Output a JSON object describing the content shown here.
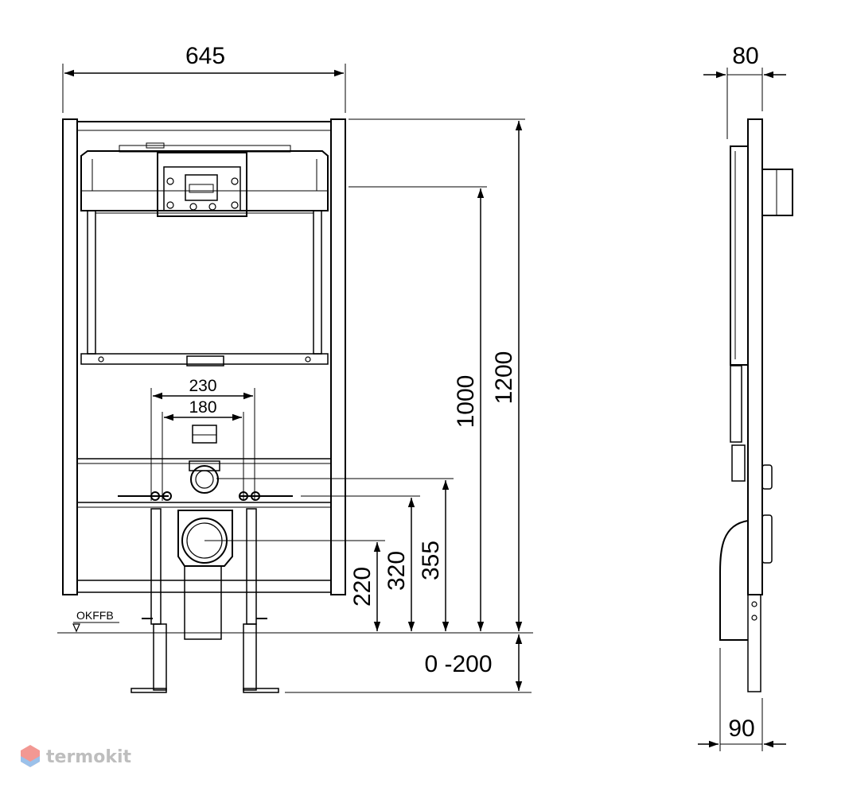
{
  "front_view": {
    "width_dim": "645",
    "height_total_dim": "1200",
    "height_frame_dim": "1000",
    "adjust_dim": "0 -200",
    "spacing_outer_dim": "230",
    "spacing_inner_dim": "180",
    "height_220_dim": "220",
    "height_320_dim": "320",
    "height_355_dim": "355",
    "floor_ref_label": "OKFFB"
  },
  "side_view": {
    "depth_top_dim": "80",
    "depth_bottom_dim": "90"
  },
  "watermark": {
    "brand": "termokit",
    "logo_icon": "hexagon-logo-icon",
    "logo_colors": [
      "#e8453c",
      "#4a90d9"
    ]
  }
}
